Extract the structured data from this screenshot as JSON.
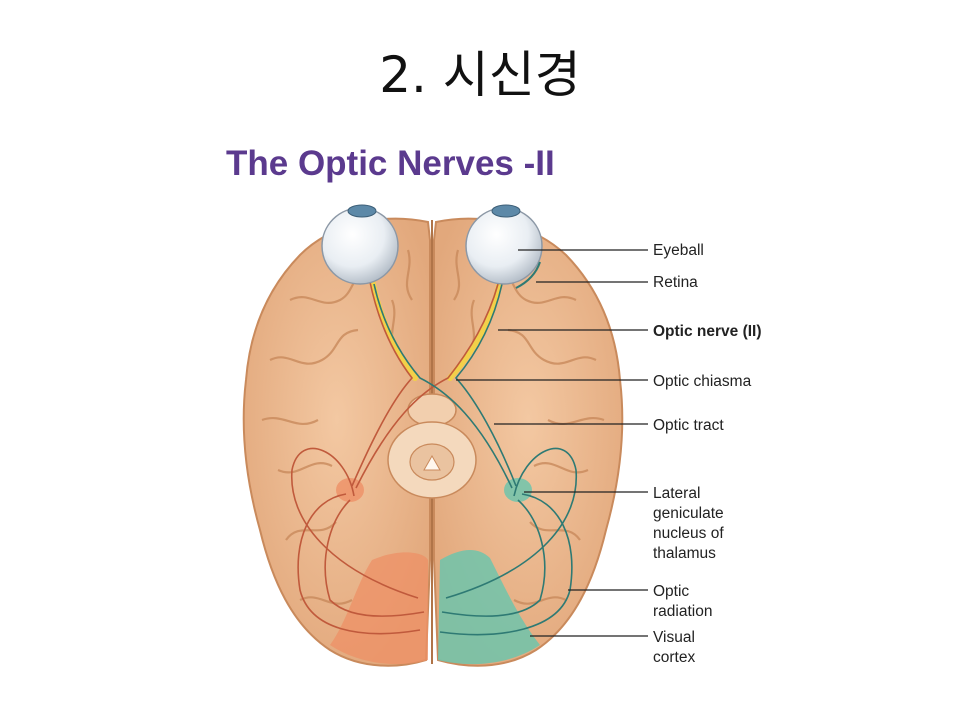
{
  "slide": {
    "title": "2. 시신경"
  },
  "figure": {
    "title": "The Optic Nerves -II",
    "labels": {
      "eyeball": "Eyeball",
      "retina": "Retina",
      "optic_nerve": "Optic nerve (II)",
      "optic_chiasma": "Optic chiasma",
      "optic_tract": "Optic tract",
      "lgn": [
        "Lateral",
        "geniculate",
        "nucleus of",
        "thalamus"
      ],
      "optic_radiation": [
        "Optic",
        "radiation"
      ],
      "visual_cortex": [
        "Visual",
        "cortex"
      ]
    },
    "colors": {
      "brain": "#ecb98f",
      "sulci": "#c98a5c",
      "left_pathway": "#c05a3c",
      "right_pathway": "#2e7a74",
      "left_cortex": "#ee9066",
      "right_cortex": "#6fc4ab",
      "optic_nerve_yellow": "#f2d049",
      "title_purple": "#5b3a8e"
    }
  }
}
